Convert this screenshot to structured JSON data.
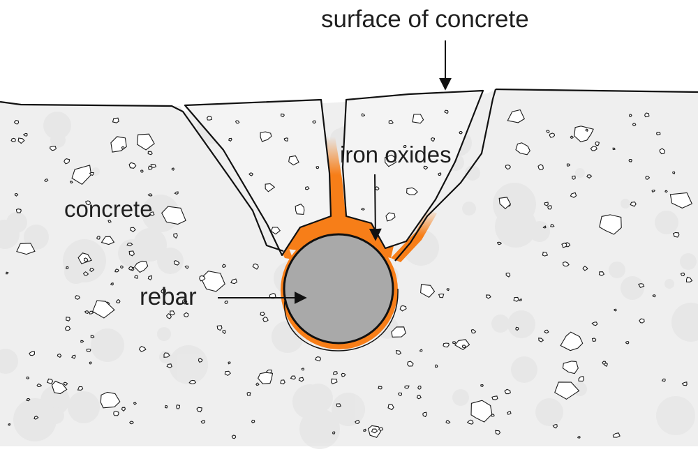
{
  "labels": {
    "surface": "surface of concrete",
    "iron_oxides": "iron oxides",
    "concrete": "concrete",
    "rebar": "rebar"
  },
  "colors": {
    "concrete_fill": "#efefef",
    "rust": "#f77e18",
    "rebar_fill": "#a9a9a9",
    "outline": "#111111"
  }
}
